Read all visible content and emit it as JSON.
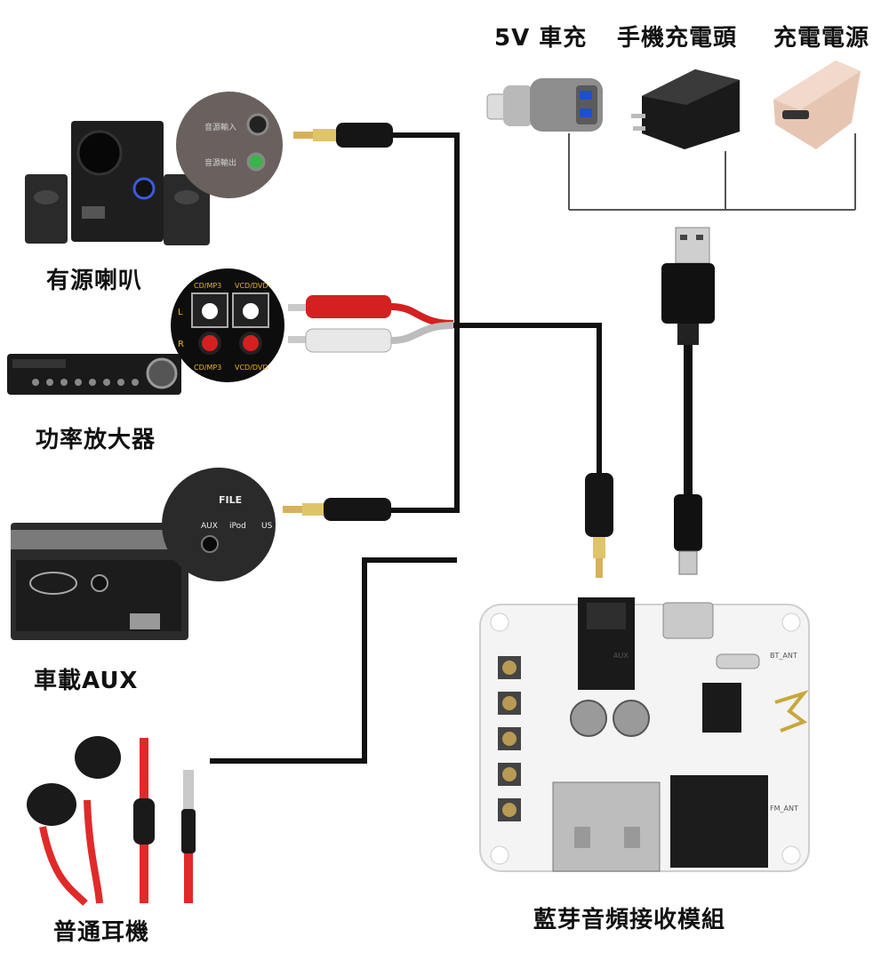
{
  "power_sources": {
    "car_charger": "5V 車充",
    "phone_charger": "手機充電頭",
    "power_bank": "充電電源"
  },
  "devices": {
    "active_speaker": "有源喇叭",
    "amplifier": "功率放大器",
    "car_aux": "車載AUX",
    "earphones": "普通耳機",
    "bt_module": "藍芽音頻接收模組"
  },
  "insets": {
    "speaker_jack_1": "音源輸入",
    "speaker_jack_2": "音源輸出",
    "rca_top_left": "CD/MP3",
    "rca_top_right": "VCD/DVD",
    "rca_bottom_left": "CD/MP3",
    "rca_bottom_right": "VCD/DVD",
    "rca_l": "L",
    "rca_r": "R",
    "aux_file": "FILE",
    "aux_aux": "AUX",
    "aux_ipod": "iPod",
    "aux_us": "US"
  },
  "board_marks": {
    "aux_label": "AUX",
    "ant_label": "BT_ANT",
    "fm_label": "FM_ANT"
  },
  "colors": {
    "wire": "#111111",
    "rca_red": "#d42020",
    "rca_white": "#e8e8e8",
    "pcb": "#f4f4f4",
    "earphone_red": "#e02a2a"
  }
}
